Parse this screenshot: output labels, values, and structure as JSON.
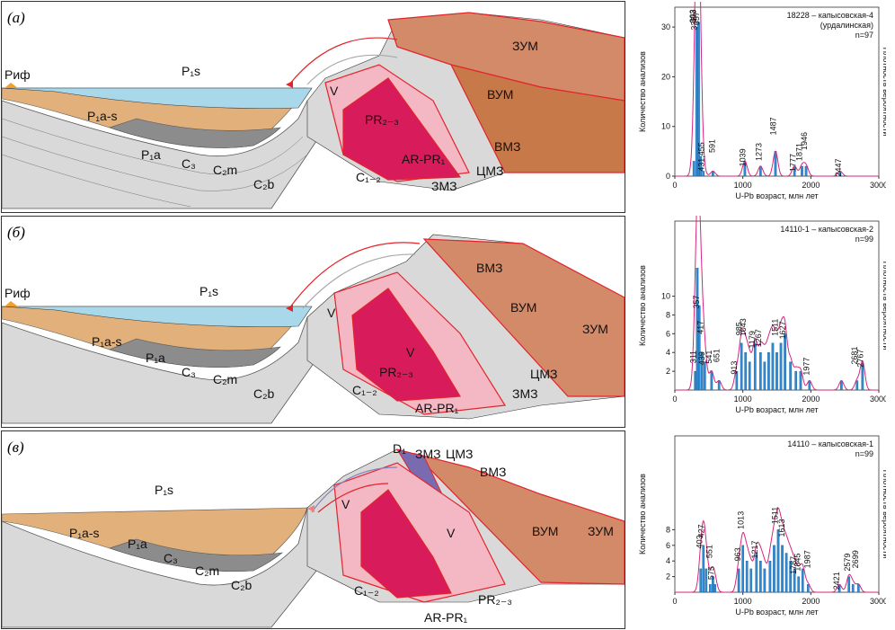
{
  "panels": [
    {
      "letter": "(а)",
      "units": [
        "Риф",
        "P₁s",
        "P₁a-s",
        "P₁a",
        "C₃",
        "C₂m",
        "C₂b",
        "V",
        "PR₂₋₃",
        "AR-PR₁",
        "C₁₋₂",
        "ЗУМ",
        "ВУМ",
        "ВМЗ",
        "ЦМЗ",
        "ЗМЗ"
      ]
    },
    {
      "letter": "(б)",
      "units": [
        "Риф",
        "P₁s",
        "P₁a-s",
        "P₁a",
        "C₃",
        "C₂m",
        "C₂b",
        "V",
        "V",
        "PR₂₋₃",
        "AR-PR₁",
        "C₁₋₂",
        "ВМЗ",
        "ВУМ",
        "ЗУМ",
        "ЦМЗ",
        "ЗМЗ"
      ]
    },
    {
      "letter": "(в)",
      "units": [
        "P₁s",
        "P₁a-s",
        "P₁a",
        "C₃",
        "C₂m",
        "C₂b",
        "D₁",
        "ЗМЗ",
        "ЦМЗ",
        "ВМЗ",
        "V",
        "V",
        "ВУМ",
        "ЗУМ",
        "C₁₋₂",
        "AR-PR₁",
        "PR₂₋₃"
      ]
    }
  ],
  "chart_data": [
    {
      "type": "bar",
      "title": "18228 – капысовская-4\n(урдалинская)\nn=97",
      "title_lines": [
        "18228 – капысовская-4",
        "(урдалинская)",
        "n=97"
      ],
      "xlabel": "U-Pb возраст, млн лет",
      "ylabel": "Количество анализов",
      "ylabel_right": "Плотность вероятности",
      "xlim": [
        0,
        3000
      ],
      "ylim": [
        0,
        34
      ],
      "xticks": [
        0,
        1000,
        2000,
        3000
      ],
      "yticks": [
        0,
        10,
        20,
        30
      ],
      "bins": [
        [
          280,
          3
        ],
        [
          320,
          30
        ],
        [
          350,
          31
        ],
        [
          380,
          4
        ],
        [
          420,
          1
        ],
        [
          560,
          1
        ],
        [
          1030,
          3
        ],
        [
          1260,
          2
        ],
        [
          1480,
          5
        ],
        [
          1760,
          2
        ],
        [
          1870,
          2
        ],
        [
          1930,
          2
        ],
        [
          2430,
          1
        ]
      ],
      "peaks": [
        "357",
        "313",
        "303",
        "327",
        "431,455",
        "591",
        "1039",
        "1273",
        "1487",
        "1777",
        "1871",
        "1946",
        "2447"
      ]
    },
    {
      "type": "bar",
      "title": "14110-1 – капысовская-2\nn=99",
      "title_lines": [
        "14110-1 – капысовская-2",
        "n=99"
      ],
      "xlabel": "U-Pb возраст, млн лет",
      "ylabel": "Количество анализов",
      "ylabel_right": "Плотность вероятности",
      "xlim": [
        0,
        3000
      ],
      "ylim": [
        0,
        18
      ],
      "xticks": [
        0,
        1000,
        2000,
        3000
      ],
      "yticks": [
        2,
        4,
        6,
        8,
        10
      ],
      "bins": [
        [
          300,
          2
        ],
        [
          330,
          13
        ],
        [
          360,
          9
        ],
        [
          400,
          4
        ],
        [
          440,
          3
        ],
        [
          540,
          2
        ],
        [
          650,
          1
        ],
        [
          910,
          2
        ],
        [
          980,
          5
        ],
        [
          1040,
          4
        ],
        [
          1100,
          3
        ],
        [
          1180,
          5
        ],
        [
          1260,
          4
        ],
        [
          1320,
          3
        ],
        [
          1380,
          4
        ],
        [
          1440,
          5
        ],
        [
          1500,
          4
        ],
        [
          1560,
          5
        ],
        [
          1620,
          6
        ],
        [
          1700,
          3
        ],
        [
          1780,
          2
        ],
        [
          1850,
          2
        ],
        [
          1980,
          1
        ],
        [
          2450,
          1
        ],
        [
          2680,
          1
        ],
        [
          2760,
          3
        ]
      ],
      "peaks": [
        "357",
        "311",
        "417",
        "439",
        "541",
        "651",
        "913",
        "985",
        "1043",
        "1179",
        "1267",
        "1511",
        "1627",
        "1977",
        "2681",
        "2767"
      ]
    },
    {
      "type": "bar",
      "title": "14110 – капысовская-1\nn=99",
      "title_lines": [
        "14110 – капысовская-1",
        "n=99"
      ],
      "xlabel": "U-Pb возраст, млн лет",
      "ylabel": "Количество анализов",
      "ylabel_right": "Плотность вероятности",
      "xlim": [
        0,
        3000
      ],
      "ylim": [
        0,
        20
      ],
      "xticks": [
        0,
        1000,
        2000,
        3000
      ],
      "yticks": [
        2,
        4,
        6,
        8
      ],
      "bins": [
        [
          380,
          3
        ],
        [
          420,
          6
        ],
        [
          460,
          3
        ],
        [
          520,
          1
        ],
        [
          560,
          2
        ],
        [
          590,
          1
        ],
        [
          940,
          3
        ],
        [
          1000,
          6
        ],
        [
          1060,
          4
        ],
        [
          1120,
          3
        ],
        [
          1200,
          5
        ],
        [
          1260,
          4
        ],
        [
          1320,
          3
        ],
        [
          1400,
          4
        ],
        [
          1460,
          6
        ],
        [
          1520,
          8
        ],
        [
          1580,
          6
        ],
        [
          1640,
          5
        ],
        [
          1700,
          4
        ],
        [
          1760,
          3
        ],
        [
          1820,
          2
        ],
        [
          1880,
          3
        ],
        [
          1960,
          1
        ],
        [
          2420,
          1
        ],
        [
          2560,
          2
        ],
        [
          2620,
          1
        ],
        [
          2700,
          1
        ]
      ],
      "peaks": [
        "403",
        "427",
        "551",
        "575",
        "963",
        "1013",
        "1217",
        "1511",
        "1613",
        "1787",
        "1845",
        "1987",
        "2421",
        "2579",
        "2699"
      ]
    }
  ]
}
